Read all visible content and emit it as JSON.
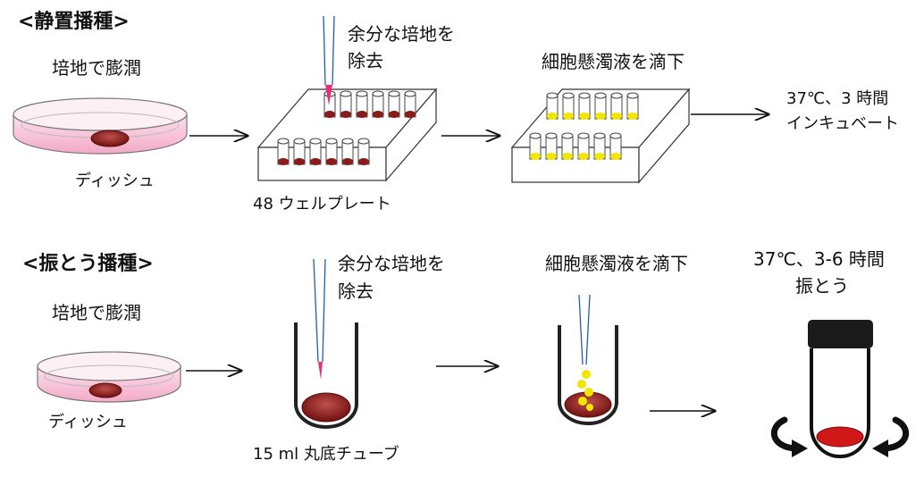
{
  "sections": {
    "static": {
      "title": "<静置播種>",
      "soak_label": "培地で膨潤",
      "dish_label": "ディッシュ",
      "remove_label_1": "余分な培地を",
      "remove_label_2": "除去",
      "plate_label": "48 ウェルプレート",
      "drop_label": "細胞懸濁液を滴下",
      "incubate_label_1": "37℃、3 時間",
      "incubate_label_2": "インキュベート"
    },
    "shake": {
      "title": "<振とう播種>",
      "soak_label": "培地で膨潤",
      "dish_label": "ディッシュ",
      "remove_label_1": "余分な培地を",
      "remove_label_2": "除去",
      "tube_label": "15 ml  丸底チューブ",
      "drop_label": "細胞懸濁液を滴下",
      "shake_label_1": "37℃、3-6 時間",
      "shake_label_2": "振とう"
    }
  },
  "colors": {
    "medium_pink": "#f7c6d9",
    "pellet": "#8b1a1a",
    "cells_yellow": "#f2e600",
    "pipette_tip": "#e8307a",
    "tube_cap": "#1a1a1a",
    "pellet_red": "#d01818"
  }
}
